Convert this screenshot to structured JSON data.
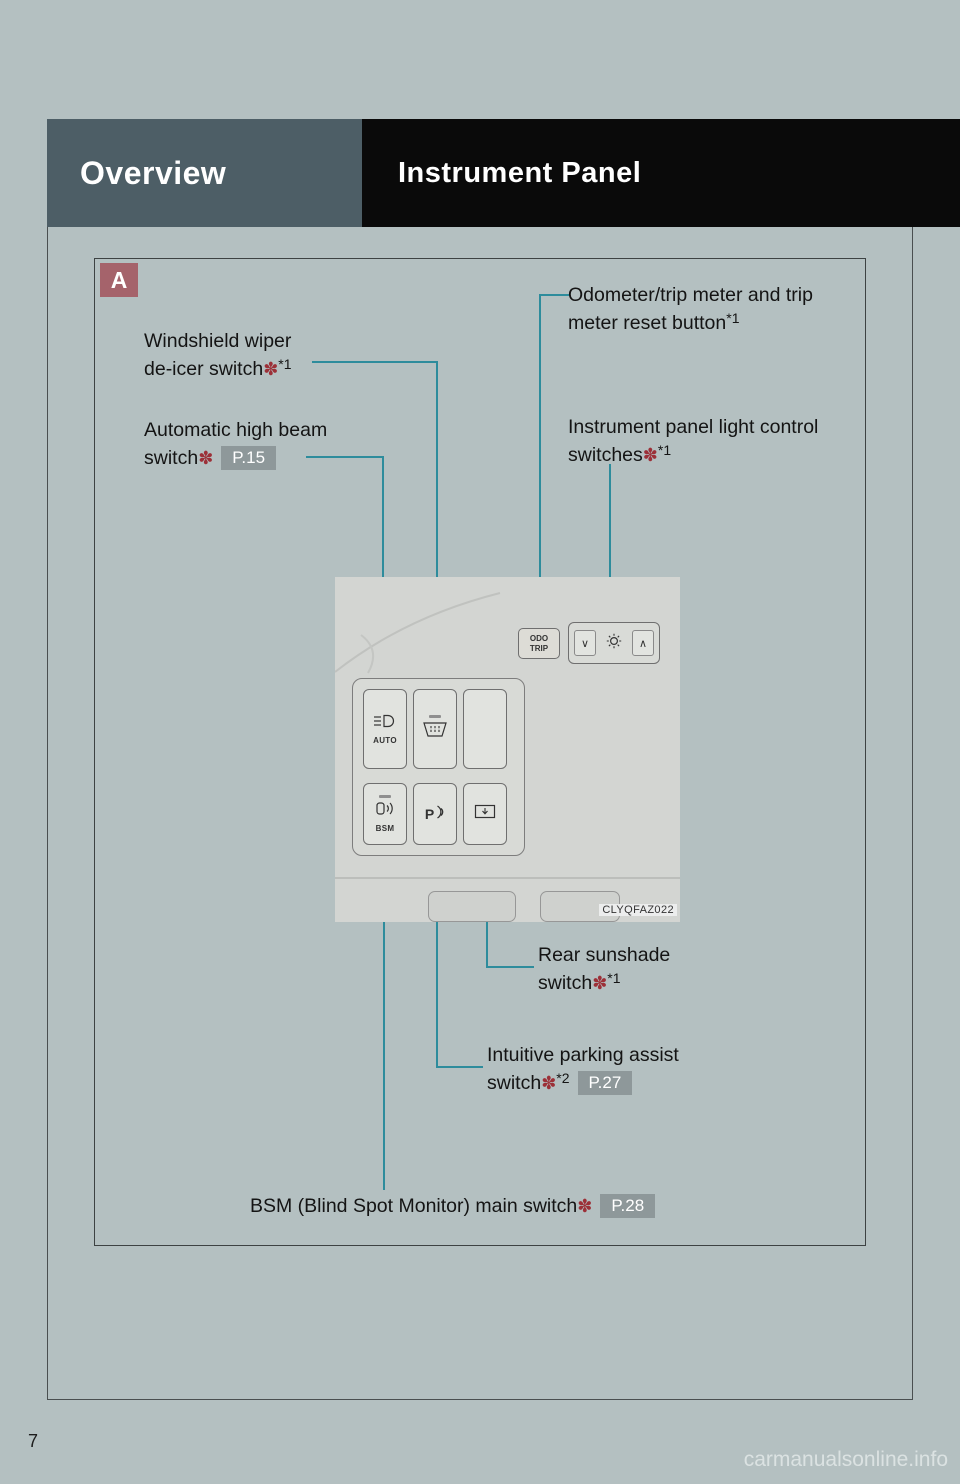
{
  "header": {
    "overview": "Overview",
    "title": "Instrument Panel"
  },
  "badge_a": "A",
  "labels": {
    "odometer": {
      "line1": "Odometer/trip meter and trip",
      "line2": "meter reset button",
      "sup": "*1"
    },
    "wiper": {
      "line1": "Windshield wiper",
      "line2": "de-icer switch",
      "ast": "✽",
      "sup": "*1"
    },
    "highbeam": {
      "line1": "Automatic high beam",
      "line2": "switch",
      "ast": "✽",
      "page_ref": "P.15"
    },
    "light_control": {
      "line1": "Instrument panel light control",
      "line2": "switches",
      "ast": "✽",
      "sup": "*1"
    },
    "sunshade": {
      "line1": "Rear sunshade",
      "line2": "switch",
      "ast": "✽",
      "sup": "*1"
    },
    "parking": {
      "line1": "Intuitive parking assist",
      "line2": "switch",
      "ast": "✽",
      "sup": "*2",
      "page_ref": "P.27"
    },
    "bsm": {
      "text": "BSM (Blind Spot Monitor) main switch",
      "ast": "✽",
      "page_ref": "P.28"
    }
  },
  "figure": {
    "caption": "CLYQFAZ022",
    "odo_button": {
      "line1": "ODO",
      "line2": "TRIP"
    },
    "light_group": {
      "chevron_down": "∨",
      "chevron_up": "∧"
    },
    "auto_label": "AUTO",
    "bsm_label": "BSM",
    "parking_label": "P"
  },
  "icons": {
    "headlight_auto": "headlight-auto-icon",
    "wiper_deicer": "wiper-deicer-icon",
    "bsm": "blind-spot-monitor-icon",
    "parking_waves": "sonar-waves-icon",
    "sunshade": "rear-sunshade-icon",
    "brightness_dial": "brightness-dial-icon"
  },
  "colors": {
    "page_bg": "#b4c0c1",
    "accent_line": "#2e8c9c",
    "asterisk": "#9c3038",
    "badge_a_bg": "#a5636b",
    "page_ref_bg": "#8e989a",
    "header_left_bg": "#4d5e66",
    "header_right_bg": "#0a0a0a"
  },
  "footer": {
    "page_number": "7",
    "watermark": "carmanualsonline.info"
  }
}
